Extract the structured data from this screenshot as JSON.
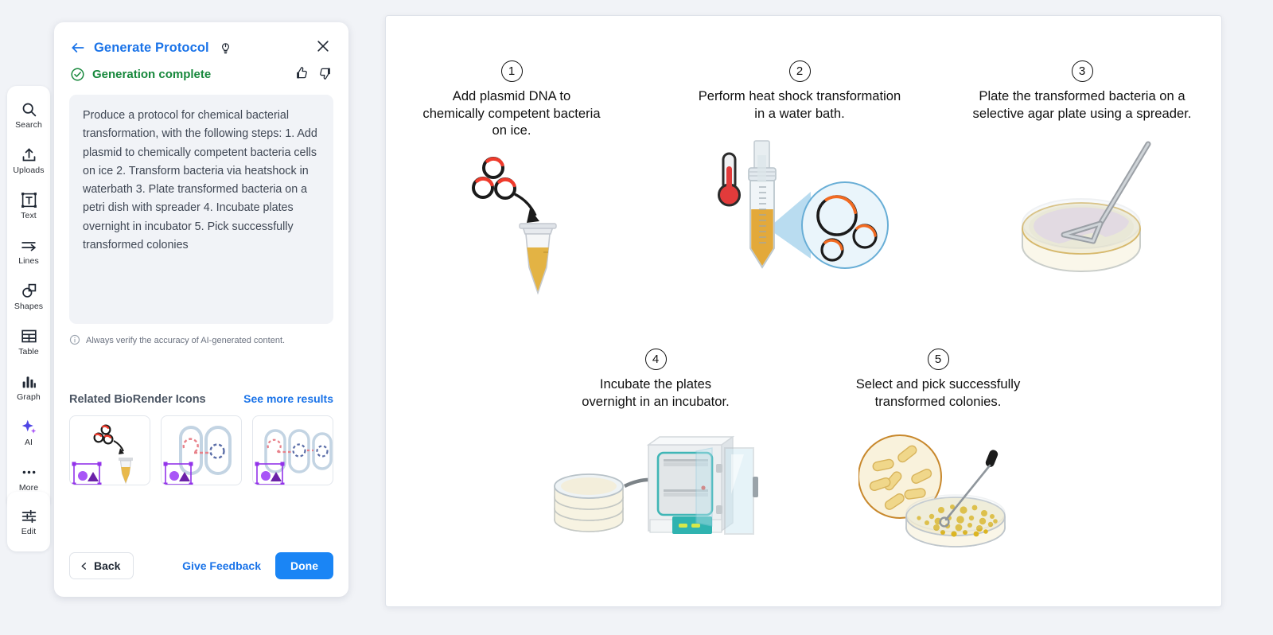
{
  "theme": {
    "background": "#f1f3f7",
    "panel_bg": "#ffffff",
    "accent_blue": "#1a73e8",
    "button_blue": "#1a85f5",
    "success_green": "#17883c",
    "text_dark": "#1f2733",
    "text_muted": "#6b7280"
  },
  "toolbar": {
    "items": [
      {
        "label": "Search",
        "icon": "search-icon"
      },
      {
        "label": "Uploads",
        "icon": "upload-icon"
      },
      {
        "label": "Text",
        "icon": "text-box-icon"
      },
      {
        "label": "Lines",
        "icon": "arrow-line-icon"
      },
      {
        "label": "Shapes",
        "icon": "shapes-icon"
      },
      {
        "label": "Table",
        "icon": "table-icon"
      },
      {
        "label": "Graph",
        "icon": "bar-chart-icon"
      },
      {
        "label": "AI",
        "icon": "sparkle-icon"
      },
      {
        "label": "More",
        "icon": "ellipsis-icon"
      }
    ],
    "secondary": [
      {
        "label": "Edit",
        "icon": "sliders-icon"
      }
    ]
  },
  "panel": {
    "title": "Generate Protocol",
    "back_icon": "back-arrow-icon",
    "hint_icon": "lightbulb-icon",
    "close_icon": "close-icon",
    "status": "Generation complete",
    "status_icon": "check-circle-icon",
    "thumbs_up_icon": "thumbs-up-icon",
    "thumbs_down_icon": "thumbs-down-icon",
    "prompt_text": "Produce a protocol for chemical bacterial transformation, with the following steps:\n1. Add plasmid to chemically competent bacteria cells on ice\n2. Transform bacteria via heatshock in waterbath\n3. Plate transformed bacteria on a petri dish with spreader\n4. Incubate plates overnight in incubator\n5. Pick successfully transformed colonies",
    "disclaimer": "Always verify the accuracy of AI-generated content.",
    "disclaimer_icon": "info-icon",
    "related_title": "Related BioRender Icons",
    "see_more_label": "See more results",
    "thumbnails": [
      {
        "name": "plasmid-to-tube-thumbnail"
      },
      {
        "name": "plasmid-transfer-two-bacteria-thumbnail"
      },
      {
        "name": "plasmid-transfer-three-bacteria-thumbnail"
      }
    ],
    "footer": {
      "back_label": "Back",
      "back_chevron_icon": "chevron-left-icon",
      "feedback_label": "Give Feedback",
      "done_label": "Done"
    }
  },
  "canvas": {
    "steps": [
      {
        "number": "1",
        "caption": "Add plasmid DNA to\nchemically competent bacteria\non ice.",
        "illustration": "plasmids-into-microcentrifuge-tube"
      },
      {
        "number": "2",
        "caption": "Perform heat shock transformation\nin a water bath.",
        "illustration": "thermometer-falcon-tube-plasmid-zoom"
      },
      {
        "number": "3",
        "caption": "Plate the transformed bacteria on a\nselective agar plate using a spreader.",
        "illustration": "petri-dish-with-spreader"
      },
      {
        "number": "4",
        "caption": "Incubate the plates\novernight in an incubator.",
        "illustration": "stacked-plates-into-incubator"
      },
      {
        "number": "5",
        "caption": "Select and pick successfully\ntransformed colonies.",
        "illustration": "colony-picking-from-plate"
      }
    ]
  }
}
